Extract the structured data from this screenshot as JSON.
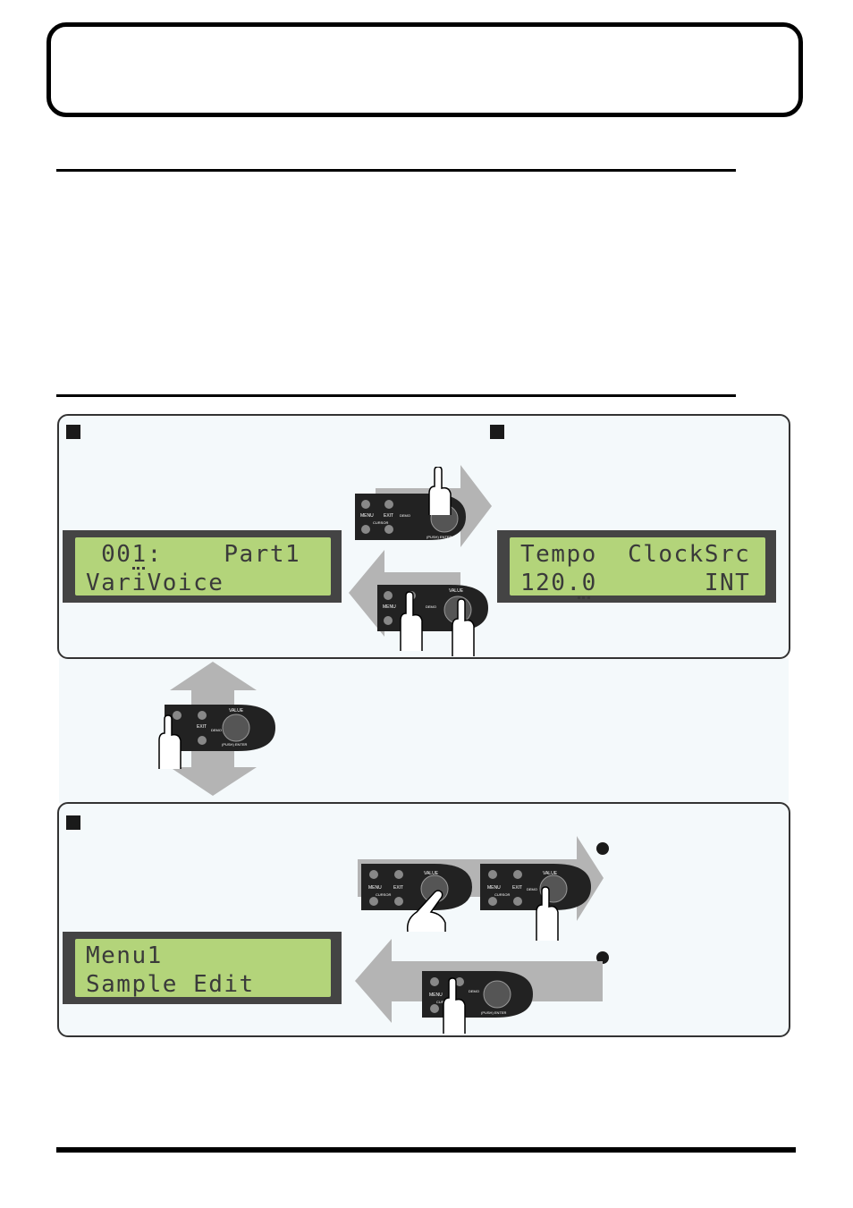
{
  "colors": {
    "lcd_green": "#b3d47a",
    "lcd_frame": "#444444",
    "arrow_gray": "#b4b4b4",
    "panel_bg": "#f4f9fb"
  },
  "lcd_displays": {
    "play_screen": {
      "line1": " 001:    Part1",
      "line2": "VariVoice"
    },
    "tempo_screen": {
      "line1": "Tempo  ClockSrc",
      "line2": "120.0       INT"
    },
    "menu_screen": {
      "line1": "Menu1",
      "line2": "Sample Edit"
    }
  },
  "control_panel": {
    "menu_label": "MENU",
    "exit_label": "EXIT",
    "cursor_label": "CURSOR",
    "demo_label": "DEMO",
    "value_label": "VALUE",
    "push_enter_label": "(PUSH) ENTER"
  },
  "icons": {
    "section_marker": "filled-square-icon",
    "bullet_marker": "filled-circle-icon",
    "pointing_hand": "hand-pointer-icon"
  }
}
